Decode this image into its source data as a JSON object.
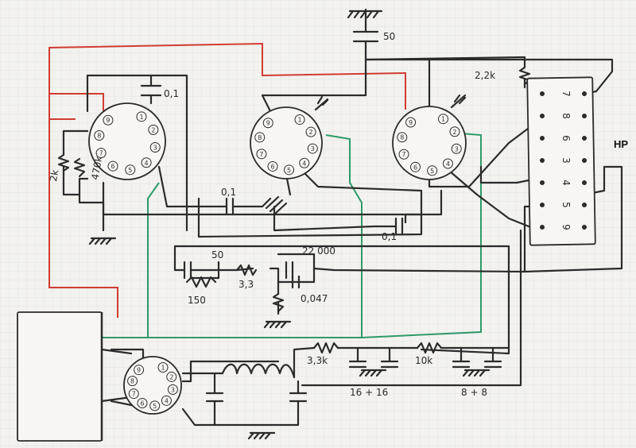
{
  "labels": {
    "c_top": "50",
    "c_v1": "0,1",
    "r_2k": "2k",
    "r_470k": "470k",
    "c_mid": "0,1",
    "c_mid2": "0,1",
    "c_50b": "50",
    "r_150": "150",
    "r_33": "3,3",
    "c_22000": "22 000",
    "c_0047": "0,047",
    "r_22k": "2,2k",
    "r_33k": "3,3k",
    "r_10k": "10k",
    "cap_16": "16 + 16",
    "cap_8": "8 + 8",
    "hp": "HP"
  },
  "tubes": {
    "v1_pins": [
      "1",
      "2",
      "3",
      "4",
      "5",
      "6",
      "7",
      "8",
      "9"
    ],
    "v2_pins": [
      "1",
      "2",
      "3",
      "4",
      "5",
      "6",
      "7",
      "8",
      "9"
    ],
    "v3_pins": [
      "1",
      "2",
      "3",
      "4",
      "5",
      "6",
      "7",
      "8",
      "9"
    ],
    "rect_pins": [
      "1",
      "2",
      "3",
      "4",
      "5",
      "6",
      "7",
      "8",
      "9"
    ]
  },
  "terminal_strip": {
    "pins": [
      "7",
      "8",
      "6",
      "3",
      "4",
      "5",
      "9"
    ]
  }
}
